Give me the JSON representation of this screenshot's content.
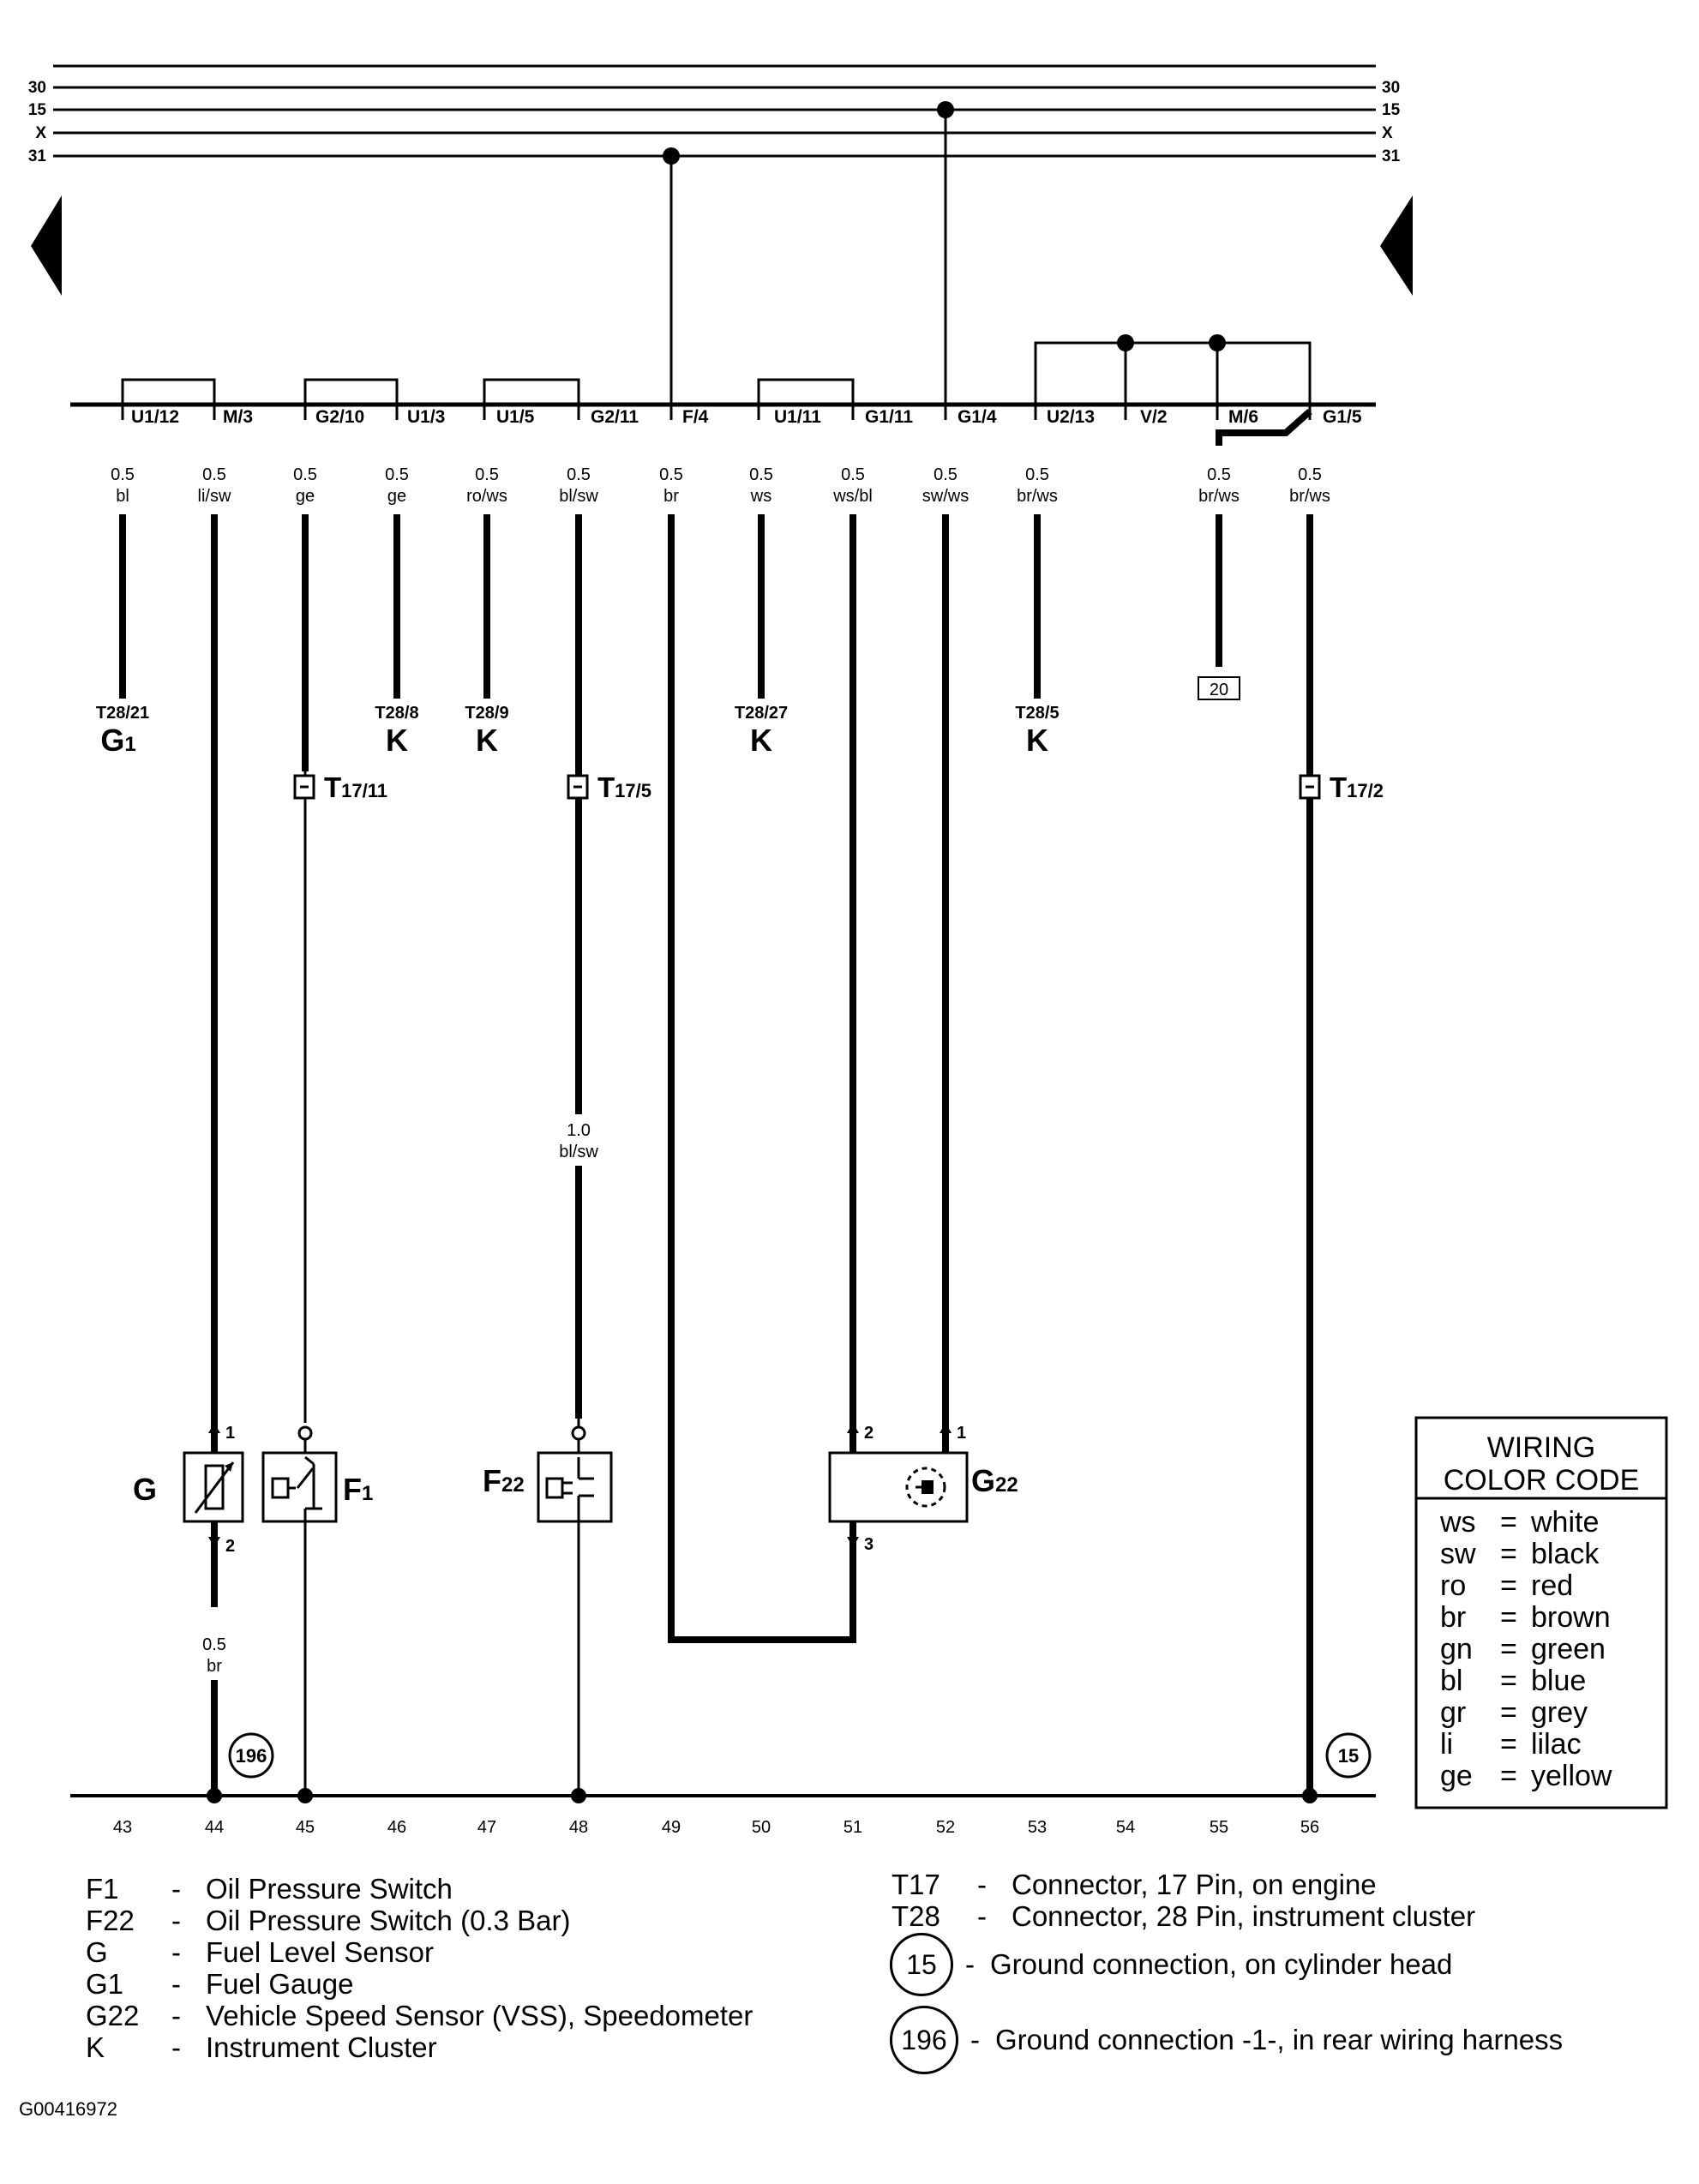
{
  "busbars": [
    {
      "left": "30",
      "right": "30"
    },
    {
      "left": "15",
      "right": "15"
    },
    {
      "left": "X",
      "right": "X"
    },
    {
      "left": "31",
      "right": "31"
    }
  ],
  "pins": [
    "U1/12",
    "M/3",
    "G2/10",
    "U1/3",
    "U1/5",
    "G2/11",
    "F/4",
    "U1/11",
    "G1/11",
    "G1/4",
    "U2/13",
    "V/2",
    "M/6",
    "G1/5"
  ],
  "wires": [
    {
      "size": "0.5",
      "color": "bl"
    },
    {
      "size": "0.5",
      "color": "li/sw"
    },
    {
      "size": "0.5",
      "color": "ge"
    },
    {
      "size": "0.5",
      "color": "ge"
    },
    {
      "size": "0.5",
      "color": "ro/ws"
    },
    {
      "size": "0.5",
      "color": "bl/sw"
    },
    {
      "size": "0.5",
      "color": "br"
    },
    {
      "size": "0.5",
      "color": "ws"
    },
    {
      "size": "0.5",
      "color": "ws/bl"
    },
    {
      "size": "0.5",
      "color": "sw/ws"
    },
    {
      "size": "0.5",
      "color": "br/ws"
    },
    {
      "size": "0.5",
      "color": "br/ws"
    },
    {
      "size": "0.5",
      "color": "br/ws"
    }
  ],
  "wire_lower": [
    {
      "size": "1.0",
      "color": "bl/sw"
    },
    {
      "size": "0.5",
      "color": "br"
    }
  ],
  "terminals": [
    {
      "pin": "T28/21",
      "comp": "G",
      "sub": "1"
    },
    {
      "pin": "T28/8",
      "comp": "K",
      "sub": ""
    },
    {
      "pin": "T28/9",
      "comp": "K",
      "sub": ""
    },
    {
      "pin": "T28/27",
      "comp": "K",
      "sub": ""
    },
    {
      "pin": "T28/5",
      "comp": "K",
      "sub": ""
    }
  ],
  "box_ref": "20",
  "connectors": [
    {
      "main": "T",
      "sub": "17/11"
    },
    {
      "main": "T",
      "sub": "17/5"
    },
    {
      "main": "T",
      "sub": "17/2"
    }
  ],
  "components": {
    "G": {
      "main": "G",
      "sub": ""
    },
    "F1": {
      "main": "F",
      "sub": "1"
    },
    "F22": {
      "main": "F",
      "sub": "22"
    },
    "G22": {
      "main": "G",
      "sub": "22"
    }
  },
  "pin_numbers": {
    "g_top": "1",
    "g_bottom": "2",
    "g22_left": "2",
    "g22_right": "1",
    "g22_bottom": "3"
  },
  "grounds": {
    "left": "196",
    "right": "15"
  },
  "current_tracks": [
    "43",
    "44",
    "45",
    "46",
    "47",
    "48",
    "49",
    "50",
    "51",
    "52",
    "53",
    "54",
    "55",
    "56"
  ],
  "color_code": {
    "title_line1": "WIRING",
    "title_line2": "COLOR CODE",
    "entries": [
      {
        "code": "ws",
        "name": "white"
      },
      {
        "code": "sw",
        "name": "black"
      },
      {
        "code": "ro",
        "name": "red"
      },
      {
        "code": "br",
        "name": "brown"
      },
      {
        "code": "gn",
        "name": "green"
      },
      {
        "code": "bl",
        "name": "blue"
      },
      {
        "code": "gr",
        "name": "grey"
      },
      {
        "code": "li",
        "name": "lilac"
      },
      {
        "code": "ge",
        "name": "yellow"
      }
    ]
  },
  "legend_left": [
    {
      "code": "F1",
      "desc": "Oil Pressure Switch"
    },
    {
      "code": "F22",
      "desc": "Oil Pressure Switch (0.3 Bar)"
    },
    {
      "code": "G",
      "desc": "Fuel Level Sensor"
    },
    {
      "code": "G1",
      "desc": "Fuel Gauge"
    },
    {
      "code": "G22",
      "desc": "Vehicle Speed Sensor (VSS), Speedometer"
    },
    {
      "code": "K",
      "desc": "Instrument Cluster"
    }
  ],
  "legend_right": [
    {
      "code": "T17",
      "desc": "Connector, 17 Pin, on engine"
    },
    {
      "code": "T28",
      "desc": "Connector, 28 Pin, instrument cluster"
    }
  ],
  "legend_grounds": [
    {
      "num": "15",
      "desc": "Ground connection, on cylinder head"
    },
    {
      "num": "196",
      "desc": "Ground connection -1-, in rear wiring harness"
    }
  ],
  "dash": "-",
  "equals": "=",
  "reference_code": "G00416972"
}
